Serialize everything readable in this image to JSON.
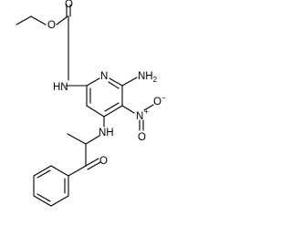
{
  "molecule": {
    "atoms": {
      "ester_oxygen": "O",
      "carbonyl_oxygen_carbamate": "O",
      "carbamate_nh": "HN",
      "pyridine_nitrogen": "N",
      "amino_group": "NH",
      "amino_subscript": "2",
      "nitro_nitrogen": "N",
      "nitro_oxygen_a": "O",
      "nitro_oxygen_b": "O",
      "amine_nh": "NH",
      "ketone_oxygen": "O"
    },
    "charges": {
      "nitro_n_plus": "+",
      "nitro_o_minus": "−"
    }
  }
}
